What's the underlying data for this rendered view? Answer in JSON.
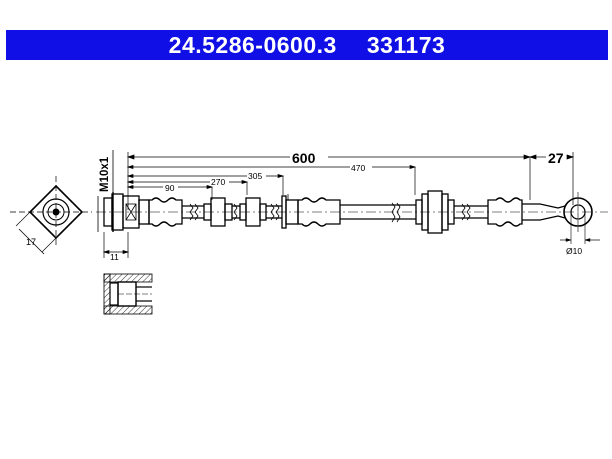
{
  "header": {
    "part_number": "24.5286-0600.3",
    "ref_number": "331173",
    "bg_color": "#1010e6",
    "text_color": "#ffffff"
  },
  "drawing": {
    "dim_total": "600",
    "dim_eye": "27",
    "dim_470": "470",
    "dim_305": "305",
    "dim_270": "270",
    "dim_90": "90",
    "thread": "M10x1",
    "dim_17": "17",
    "dim_11": "11",
    "dim_d10": "Ø10"
  }
}
